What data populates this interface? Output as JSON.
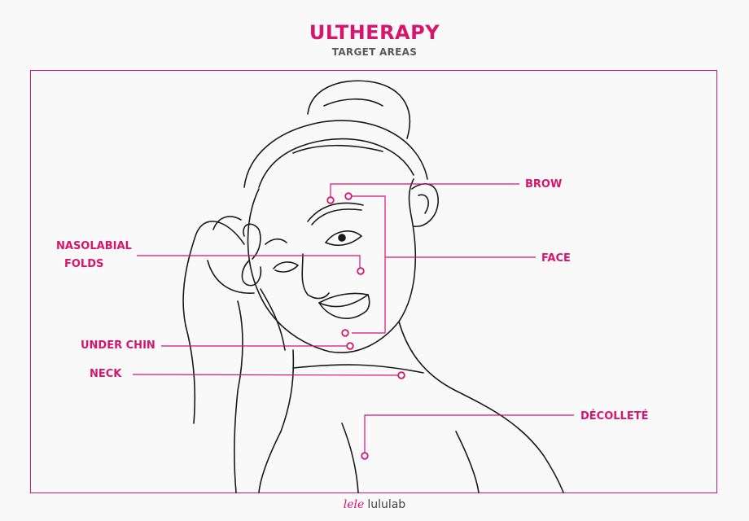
{
  "header": {
    "title": "ULTHERAPY",
    "subtitle": "TARGET AREAS"
  },
  "labels": {
    "brow": "BROW",
    "nasolabial_line1": "NASOLABIAL",
    "nasolabial_line2": "FOLDS",
    "face": "FACE",
    "under_chin": "UNDER CHIN",
    "neck": "NECK",
    "decollete": "DÉCOLLETÉ"
  },
  "footer": {
    "logo_mark": "lele",
    "brand": "lululab"
  },
  "colors": {
    "accent": "#d6166c",
    "line_art": "#1a1a1a",
    "background": "#f9f9f9"
  }
}
